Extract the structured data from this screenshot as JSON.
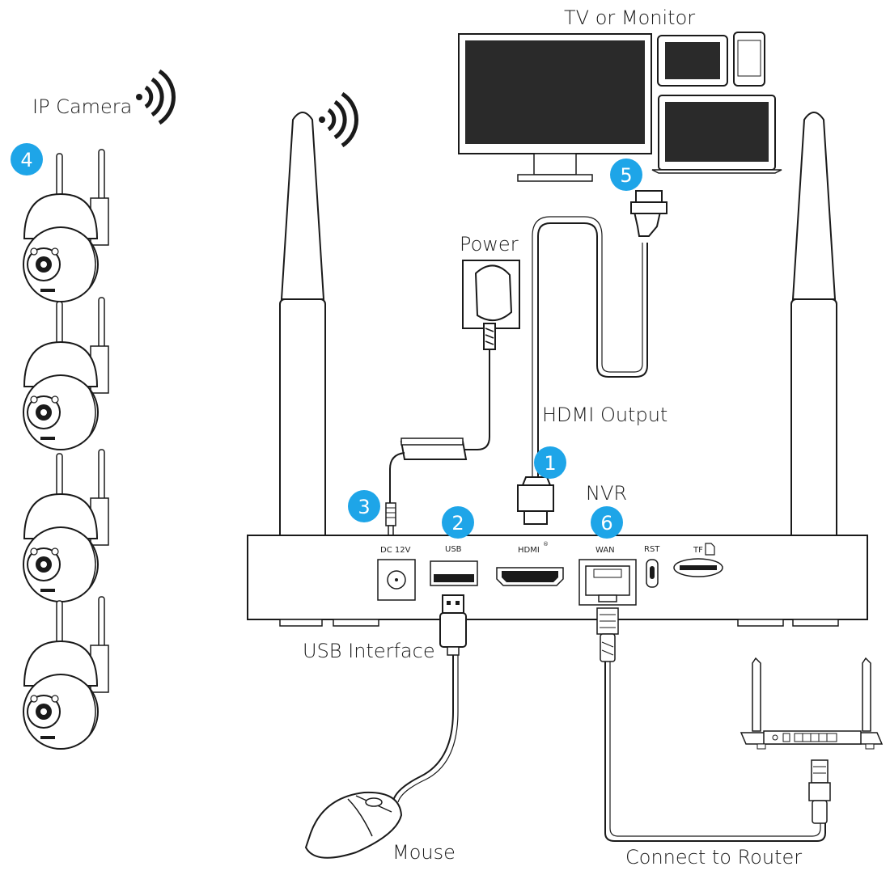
{
  "labels": {
    "ip_camera": "IP Camera",
    "tv_monitor": "TV or Monitor",
    "power": "Power",
    "hdmi_output": "HDMI Output",
    "nvr": "NVR",
    "usb_interface": "USB Interface",
    "mouse": "Mouse",
    "connect_router": "Connect to Router"
  },
  "ports": {
    "dc": "DC 12V",
    "usb": "USB",
    "hdmi": "HDMI",
    "hdmi_mark": "®",
    "wan": "WAN",
    "rst": "RST",
    "tf": "TF"
  },
  "badges": [
    "1",
    "2",
    "3",
    "4",
    "5",
    "6"
  ],
  "colors": {
    "badge": "#1ea5e8",
    "line": "#1a1a1a",
    "screen": "#2a2a2a"
  }
}
